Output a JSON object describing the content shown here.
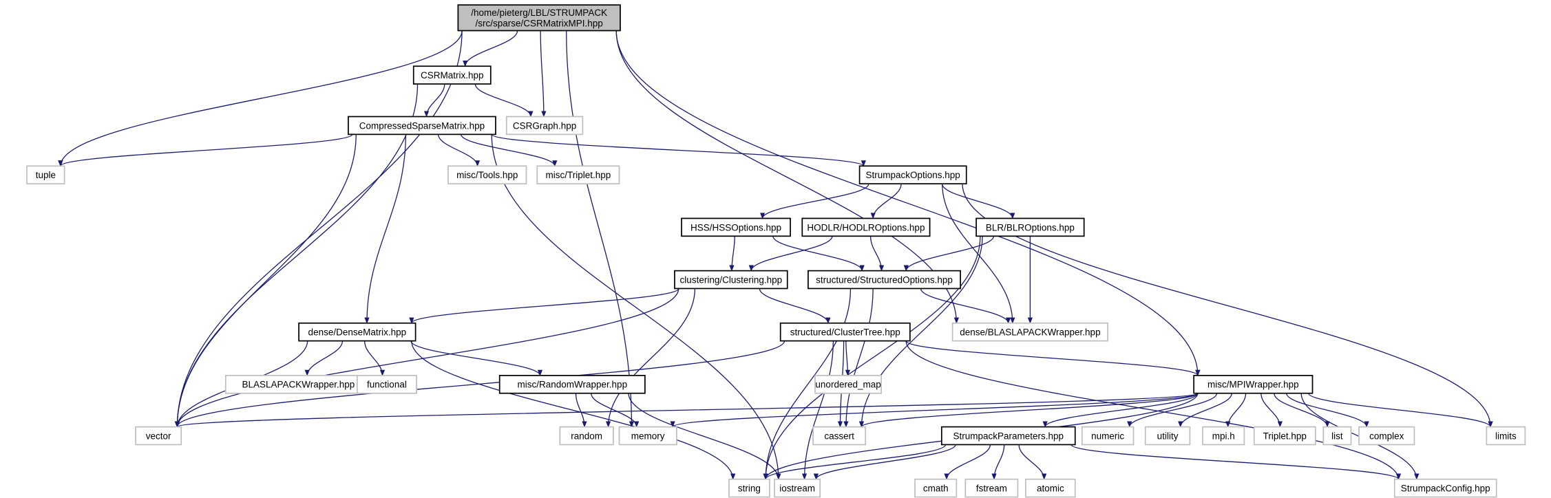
{
  "graph": {
    "kind": "include-dependency-graph",
    "colors": {
      "edge": "#191970",
      "root_fill": "#bfbfbf",
      "documented_border": "#000000",
      "external_border": "#bfbfbf",
      "external_text": "#000000"
    },
    "nodes": [
      {
        "id": "root",
        "lines": [
          "/home/pieterg/LBL/STRUMPACK",
          "/src/sparse/CSRMatrixMPI.hpp"
        ],
        "style": "root"
      },
      {
        "id": "csrmatrix",
        "lines": [
          "CSRMatrix.hpp"
        ],
        "style": "documented"
      },
      {
        "id": "csrgraph",
        "lines": [
          "CSRGraph.hpp"
        ],
        "style": "external"
      },
      {
        "id": "csm",
        "lines": [
          "CompressedSparseMatrix.hpp"
        ],
        "style": "documented"
      },
      {
        "id": "tuple",
        "lines": [
          "tuple"
        ],
        "style": "external"
      },
      {
        "id": "tools",
        "lines": [
          "misc/Tools.hpp"
        ],
        "style": "external"
      },
      {
        "id": "mtriplet",
        "lines": [
          "misc/Triplet.hpp"
        ],
        "style": "external"
      },
      {
        "id": "sopts",
        "lines": [
          "StrumpackOptions.hpp"
        ],
        "style": "documented"
      },
      {
        "id": "hss",
        "lines": [
          "HSS/HSSOptions.hpp"
        ],
        "style": "documented"
      },
      {
        "id": "hodlr",
        "lines": [
          "HODLR/HODLROptions.hpp"
        ],
        "style": "documented"
      },
      {
        "id": "blr",
        "lines": [
          "BLR/BLROptions.hpp"
        ],
        "style": "documented"
      },
      {
        "id": "clustering",
        "lines": [
          "clustering/Clustering.hpp"
        ],
        "style": "documented"
      },
      {
        "id": "structopts",
        "lines": [
          "structured/StructuredOptions.hpp"
        ],
        "style": "documented"
      },
      {
        "id": "dense",
        "lines": [
          "dense/DenseMatrix.hpp"
        ],
        "style": "documented"
      },
      {
        "id": "ctree",
        "lines": [
          "structured/ClusterTree.hpp"
        ],
        "style": "documented"
      },
      {
        "id": "dblas",
        "lines": [
          "dense/BLASLAPACKWrapper.hpp"
        ],
        "style": "external"
      },
      {
        "id": "blas",
        "lines": [
          "BLASLAPACKWrapper.hpp"
        ],
        "style": "external"
      },
      {
        "id": "functional",
        "lines": [
          "functional"
        ],
        "style": "external"
      },
      {
        "id": "randw",
        "lines": [
          "misc/RandomWrapper.hpp"
        ],
        "style": "documented"
      },
      {
        "id": "umap",
        "lines": [
          "unordered_map"
        ],
        "style": "external"
      },
      {
        "id": "mpiw",
        "lines": [
          "misc/MPIWrapper.hpp"
        ],
        "style": "documented"
      },
      {
        "id": "vector",
        "lines": [
          "vector"
        ],
        "style": "external"
      },
      {
        "id": "random",
        "lines": [
          "random"
        ],
        "style": "external"
      },
      {
        "id": "memory",
        "lines": [
          "memory"
        ],
        "style": "external"
      },
      {
        "id": "cassert",
        "lines": [
          "cassert"
        ],
        "style": "external"
      },
      {
        "id": "sparams",
        "lines": [
          "StrumpackParameters.hpp"
        ],
        "style": "documented"
      },
      {
        "id": "numeric",
        "lines": [
          "numeric"
        ],
        "style": "external"
      },
      {
        "id": "utility",
        "lines": [
          "utility"
        ],
        "style": "external"
      },
      {
        "id": "mpih",
        "lines": [
          "mpi.h"
        ],
        "style": "external"
      },
      {
        "id": "triplet",
        "lines": [
          "Triplet.hpp"
        ],
        "style": "external"
      },
      {
        "id": "list",
        "lines": [
          "list"
        ],
        "style": "external"
      },
      {
        "id": "complex",
        "lines": [
          "complex"
        ],
        "style": "external"
      },
      {
        "id": "limits",
        "lines": [
          "limits"
        ],
        "style": "external"
      },
      {
        "id": "string",
        "lines": [
          "string"
        ],
        "style": "external"
      },
      {
        "id": "iostream",
        "lines": [
          "iostream"
        ],
        "style": "external"
      },
      {
        "id": "cmath",
        "lines": [
          "cmath"
        ],
        "style": "external"
      },
      {
        "id": "fstream",
        "lines": [
          "fstream"
        ],
        "style": "external"
      },
      {
        "id": "atomic",
        "lines": [
          "atomic"
        ],
        "style": "external"
      },
      {
        "id": "sconfig",
        "lines": [
          "StrumpackConfig.hpp"
        ],
        "style": "external"
      }
    ],
    "edges": [
      [
        "root",
        "csrmatrix"
      ],
      [
        "root",
        "csrgraph"
      ],
      [
        "root",
        "tuple"
      ],
      [
        "root",
        "vector"
      ],
      [
        "root",
        "memory"
      ],
      [
        "root",
        "dblas"
      ],
      [
        "root",
        "mpiw"
      ],
      [
        "csrmatrix",
        "csm"
      ],
      [
        "csrmatrix",
        "csrgraph"
      ],
      [
        "csrmatrix",
        "vector"
      ],
      [
        "csm",
        "tuple"
      ],
      [
        "csm",
        "vector"
      ],
      [
        "csm",
        "tools"
      ],
      [
        "csm",
        "mtriplet"
      ],
      [
        "csm",
        "sopts"
      ],
      [
        "csm",
        "dense"
      ],
      [
        "csm",
        "iostream"
      ],
      [
        "sopts",
        "hss"
      ],
      [
        "sopts",
        "hodlr"
      ],
      [
        "sopts",
        "blr"
      ],
      [
        "sopts",
        "dblas"
      ],
      [
        "sopts",
        "limits"
      ],
      [
        "hss",
        "clustering"
      ],
      [
        "hss",
        "structopts"
      ],
      [
        "hodlr",
        "clustering"
      ],
      [
        "hodlr",
        "structopts"
      ],
      [
        "blr",
        "structopts"
      ],
      [
        "blr",
        "dblas"
      ],
      [
        "blr",
        "cassert"
      ],
      [
        "blr",
        "string"
      ],
      [
        "structopts",
        "dblas"
      ],
      [
        "structopts",
        "string"
      ],
      [
        "structopts",
        "cassert"
      ],
      [
        "clustering",
        "dense"
      ],
      [
        "clustering",
        "vector"
      ],
      [
        "clustering",
        "ctree"
      ],
      [
        "clustering",
        "random"
      ],
      [
        "dense",
        "vector"
      ],
      [
        "dense",
        "blas"
      ],
      [
        "dense",
        "functional"
      ],
      [
        "dense",
        "randw"
      ],
      [
        "dense",
        "string"
      ],
      [
        "ctree",
        "vector"
      ],
      [
        "ctree",
        "umap"
      ],
      [
        "ctree",
        "cassert"
      ],
      [
        "ctree",
        "iostream"
      ],
      [
        "ctree",
        "mpiw"
      ],
      [
        "ctree",
        "sconfig"
      ],
      [
        "randw",
        "random"
      ],
      [
        "randw",
        "memory"
      ],
      [
        "randw",
        "iostream"
      ],
      [
        "mpiw",
        "vector"
      ],
      [
        "mpiw",
        "memory"
      ],
      [
        "mpiw",
        "cassert"
      ],
      [
        "mpiw",
        "sparams"
      ],
      [
        "mpiw",
        "numeric"
      ],
      [
        "mpiw",
        "utility"
      ],
      [
        "mpiw",
        "mpih"
      ],
      [
        "mpiw",
        "triplet"
      ],
      [
        "mpiw",
        "list"
      ],
      [
        "mpiw",
        "complex"
      ],
      [
        "mpiw",
        "limits"
      ],
      [
        "mpiw",
        "sconfig"
      ],
      [
        "mpiw",
        "string"
      ],
      [
        "sparams",
        "string"
      ],
      [
        "sparams",
        "iostream"
      ],
      [
        "sparams",
        "cmath"
      ],
      [
        "sparams",
        "fstream"
      ],
      [
        "sparams",
        "atomic"
      ],
      [
        "sparams",
        "sconfig"
      ]
    ]
  }
}
